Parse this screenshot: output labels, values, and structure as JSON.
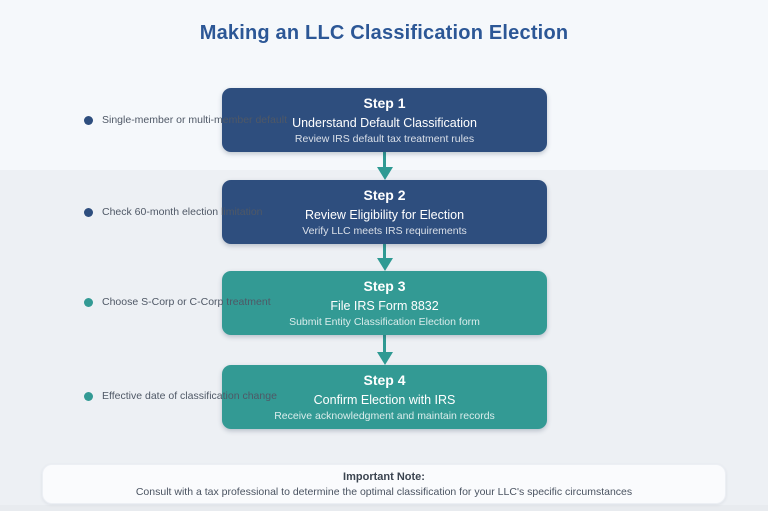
{
  "title": "Making an LLC Classification Election",
  "colors": {
    "navy": "#2e4e7e",
    "teal": "#339a94",
    "title_blue": "#2c5796",
    "label_gray": "#4f5866",
    "background_top": "#f5f8fb",
    "background_main": "#edf0f4",
    "note_card_bg": "#fafbfd"
  },
  "steps": [
    {
      "step": "Step 1",
      "title": "Understand Default Classification",
      "subtitle": "Review IRS default tax treatment rules",
      "color": "#2e4e7e"
    },
    {
      "step": "Step 2",
      "title": "Review Eligibility for Election",
      "subtitle": "Verify LLC meets IRS requirements",
      "color": "#2e4e7e"
    },
    {
      "step": "Step 3",
      "title": "File IRS Form 8832",
      "subtitle": "Submit Entity Classification Election form",
      "color": "#339a94"
    },
    {
      "step": "Step 4",
      "title": "Confirm Election with IRS",
      "subtitle": "Receive acknowledgment and maintain records",
      "color": "#339a94"
    }
  ],
  "side_notes": [
    {
      "text": "Single-member or multi-member default",
      "bullet_color": "#2e4e7e"
    },
    {
      "text": "Check 60-month election limitation",
      "bullet_color": "#2e4e7e"
    },
    {
      "text": "Choose S-Corp or C-Corp treatment",
      "bullet_color": "#339a94"
    },
    {
      "text": "Effective date of classification change",
      "bullet_color": "#339a94"
    }
  ],
  "note": {
    "title": "Important Note:",
    "body": "Consult with a tax professional to determine the optimal classification for your LLC's specific circumstances"
  }
}
